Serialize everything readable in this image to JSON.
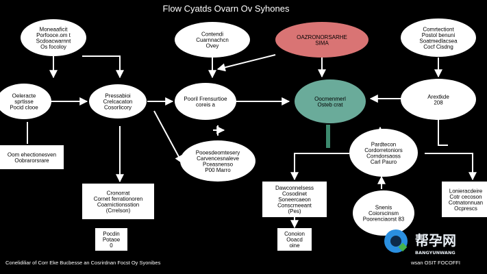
{
  "diagram": {
    "title": "Flow Cyatds Ovarn Ov Syhones",
    "nodes": [
      {
        "id": "n1",
        "shape": "ellipse",
        "lines": [
          "Moneaaficit",
          "Porfooce.om t",
          "Scdoacwarnnt",
          "Os focoloy"
        ]
      },
      {
        "id": "n2",
        "shape": "ellipse",
        "lines": [
          "Contendi",
          "Cuarnnachcn",
          "Ovey"
        ]
      },
      {
        "id": "n3",
        "shape": "ellipse",
        "lines": [
          "OAZRONORSARHE",
          "SIMA"
        ]
      },
      {
        "id": "n4",
        "shape": "ellipse",
        "lines": [
          "Comrtectiont",
          "Postol benuni",
          "Soatmedlacsea",
          "Cocf Cisdng"
        ]
      },
      {
        "id": "n5",
        "shape": "ellipse",
        "lines": [
          "Oeleracte",
          "sprtisse",
          "Pocid clooe"
        ]
      },
      {
        "id": "n6",
        "shape": "ellipse",
        "lines": [
          "Pressabioi",
          "Crelcacaton",
          "Cosorlicory"
        ]
      },
      {
        "id": "n7",
        "shape": "ellipse",
        "lines": [
          "Pooril Frensurtioe",
          "coreis a"
        ]
      },
      {
        "id": "n8",
        "shape": "ellipse",
        "lines": [
          "Oocmenmerl",
          "Osteb crat"
        ]
      },
      {
        "id": "n9",
        "shape": "ellipse",
        "lines": [
          "Arextkde",
          "208"
        ]
      },
      {
        "id": "n10",
        "shape": "rect",
        "lines": [
          "Oom ehectionesven",
          "Oobrarorsrare"
        ]
      },
      {
        "id": "n11",
        "shape": "ellipse",
        "lines": [
          "Pooesdeomtesery",
          "Carvencesnaleve",
          "Pceasnenso",
          "P00 Marro"
        ]
      },
      {
        "id": "n12",
        "shape": "ellipse",
        "lines": [
          "Pardtecon",
          "Cordorretoniors",
          "Corndorsaoss",
          "Carl Pauro"
        ]
      },
      {
        "id": "n13",
        "shape": "rect",
        "lines": [
          "Cronorrat",
          "Cornet ferrationoren",
          "Coarnictionsstion",
          "(Crrelson)"
        ]
      },
      {
        "id": "n14",
        "shape": "rect",
        "lines": [
          "Dawconnelsess",
          "Cosodinet",
          "Soneercaeon",
          "Conscrneeant",
          "(Pes)"
        ]
      },
      {
        "id": "n15",
        "shape": "ellipse",
        "lines": [
          "Snenis",
          "Coiorscinsm",
          "Poorenciaorst 83"
        ]
      },
      {
        "id": "n16",
        "shape": "rect",
        "lines": [
          "Lonieracdeire",
          "Cotr cecoson",
          "Cotnatonnuan",
          "Ocprescs"
        ]
      },
      {
        "id": "n17",
        "shape": "rect",
        "lines": [
          "Pocdin",
          "Potaoe",
          "0"
        ]
      },
      {
        "id": "n18",
        "shape": "rect",
        "lines": [
          "Conoion",
          "Ooacd",
          "oine"
        ]
      }
    ],
    "footer_left": "Conelidiliar of Corr Eke Bucbesse an Cosrirdnan Focst Oy Syonibes",
    "footer_right": "wsan OSIT FOCOFFI",
    "watermark": {
      "cn": "帮孕网",
      "en": "BANGYUNWANG"
    }
  },
  "colors": {
    "background": "#000000",
    "node": "#ffffff",
    "highlight_red": "#d97474",
    "highlight_teal": "#6aab9a",
    "edge": "#ffffff",
    "teal_bar": "#3c8a6e",
    "watermark_blue": "#2a8fe0",
    "watermark_green": "#46b34a"
  }
}
